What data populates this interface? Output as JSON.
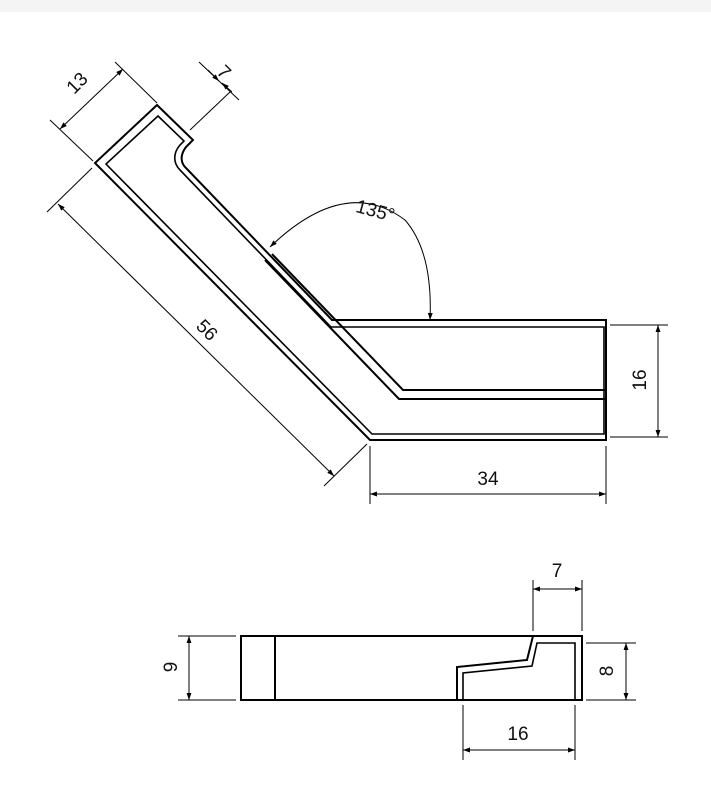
{
  "top_view": {
    "dimensions": {
      "slot_width": "7",
      "arm_width": "13",
      "arm_length": "56",
      "angle": "135°",
      "base_height": "16",
      "base_length": "34"
    }
  },
  "side_view": {
    "dimensions": {
      "slot_width": "7",
      "height": "9",
      "step_height": "8",
      "step_length": "16"
    }
  },
  "colors": {
    "line": "#000000",
    "background": "#ffffff"
  }
}
